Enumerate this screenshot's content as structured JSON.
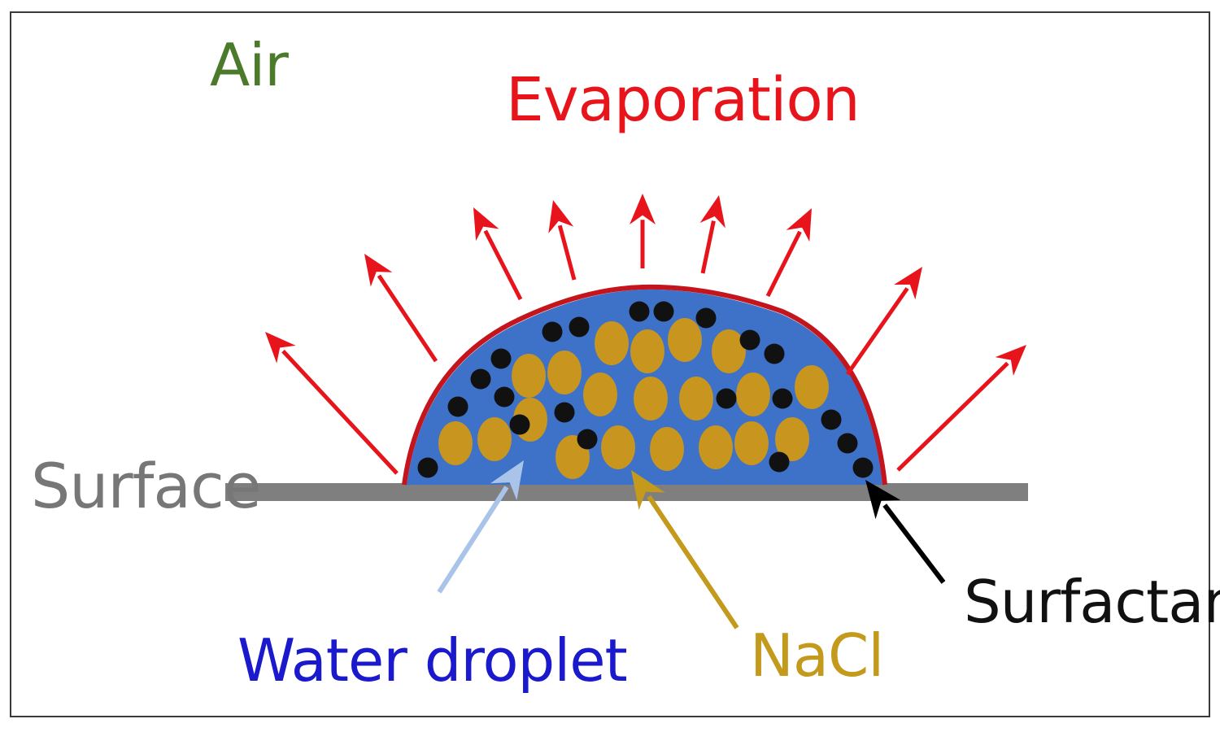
{
  "labels": {
    "air": "Air",
    "evaporation": "Evaporation",
    "surface": "Surface",
    "water_droplet": "Water droplet",
    "nacl": "NaCl",
    "surfactant": "Surfactant"
  },
  "colors": {
    "air": "#4a7a2a",
    "evaporation": "#e8141c",
    "surface": "#777777",
    "surface_bar": "#7f7f7f",
    "water_droplet": "#1a1acc",
    "droplet_fill": "#3d72c8",
    "droplet_outline": "#c4141c",
    "nacl": "#c49a1c",
    "nacl_particle": "#c8961e",
    "surfactant": "#111111",
    "surfactant_particle": "#111111",
    "water_pointer": "#a9c4e8",
    "nacl_pointer": "#c49a1c",
    "surfactant_pointer": "#000000"
  }
}
